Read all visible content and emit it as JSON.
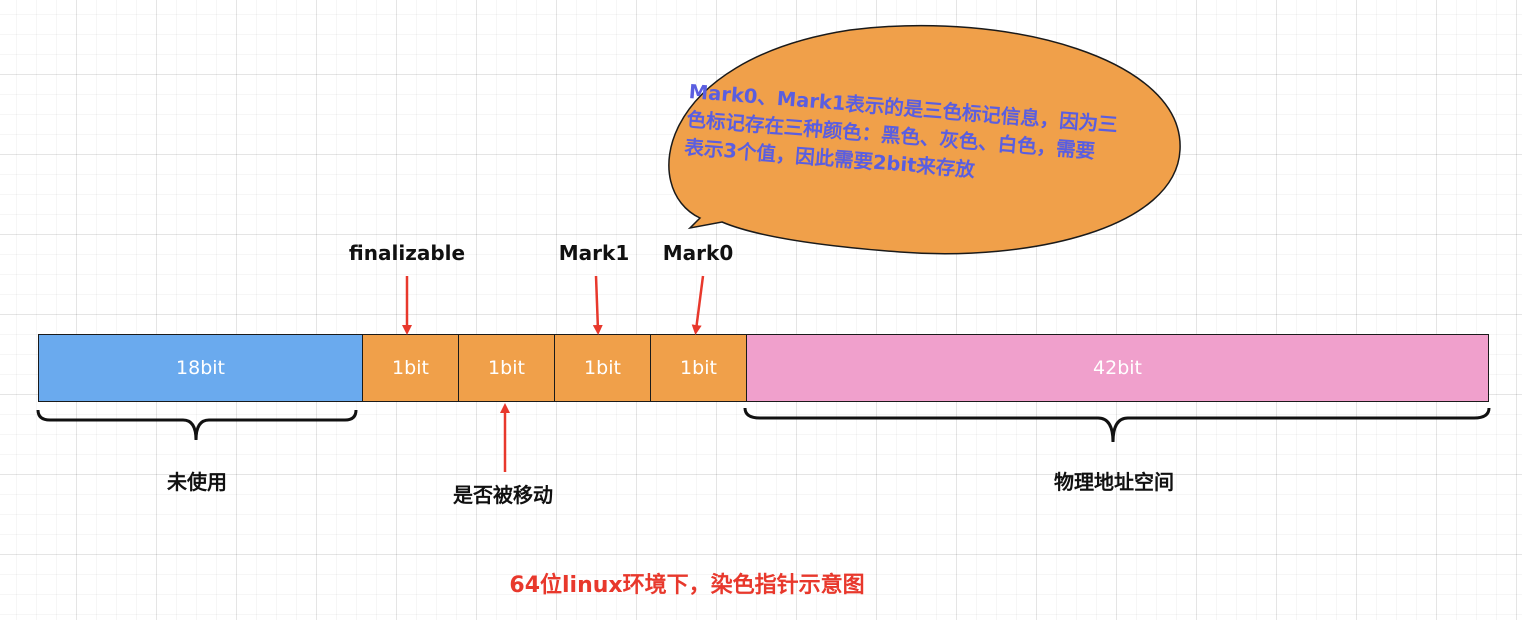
{
  "bar": {
    "segments": [
      {
        "label": "18bit",
        "color": "#6aaaee"
      },
      {
        "label": "1bit",
        "color": "#f0a04a"
      },
      {
        "label": "1bit",
        "color": "#f0a04a"
      },
      {
        "label": "1bit",
        "color": "#f0a04a"
      },
      {
        "label": "1bit",
        "color": "#f0a04a"
      },
      {
        "label": "42bit",
        "color": "#f0a0cc"
      }
    ]
  },
  "top_labels": {
    "finalizable": "finalizable",
    "mark1": "Mark1",
    "mark0": "Mark0"
  },
  "bottom_labels": {
    "unused": "未使用",
    "moved": "是否被移动",
    "physical": "物理地址空间"
  },
  "bubble": {
    "line1": "Mark0、Mark1表示的是三色标记信息，因为三",
    "line2": "色标记存在三种颜色：黑色、灰色、白色，需要",
    "line3": "表示3个值，因此需要2bit来存放",
    "fill": "#f0a04a",
    "text_color": "#5a5ee0"
  },
  "caption": "64位linux环境下，染色指针示意图",
  "colors": {
    "arrow": "#e8382c",
    "caption": "#e8382c"
  }
}
